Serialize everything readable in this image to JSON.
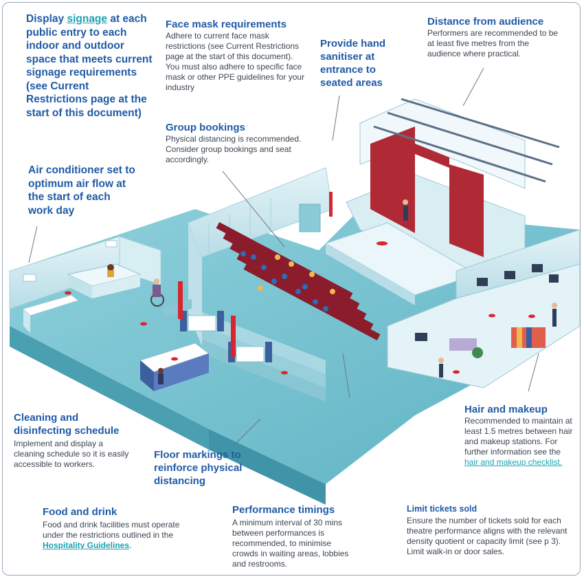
{
  "callouts": {
    "signage": {
      "pre": "Display ",
      "link": "signage",
      "post": " at each public entry to each indoor and outdoor space that meets current signage requirements (see Current Restrictions page at the start of this document)"
    },
    "air_conditioner": {
      "title": "Air conditioner set to optimum air flow at the start of each work day"
    },
    "face_mask": {
      "title": "Face mask requirements",
      "body": "Adhere to current face mask restrictions (see Current Restrictions page at the start of this document). You must also adhere to specific face mask or other PPE guidelines for your industry"
    },
    "group_bookings": {
      "title": "Group bookings",
      "body": "Physical distancing is recommended. Consider group bookings and seat accordingly."
    },
    "hand_sanitiser": {
      "title": "Provide hand sanitiser at entrance to seated areas"
    },
    "distance_audience": {
      "title": "Distance from audience",
      "body": "Performers are recommended to be at least five metres from the audience where practical."
    },
    "hair_makeup": {
      "title": "Hair and makeup",
      "body": "Recommended to maintain at least 1.5 metres between hair and makeup stations. For further information see the",
      "link": "hair and makeup checklist."
    },
    "cleaning": {
      "title": "Cleaning and disinfecting schedule",
      "body": "Implement and display a cleaning schedule so it is easily accessible to workers."
    },
    "floor_markings": {
      "title": "Floor markings to reinforce physical distancing"
    },
    "food_drink": {
      "title": "Food and drink",
      "body": "Food and drink facilities must operate under the restrictions outlined in the",
      "link": "Hospitality Guidelines",
      "post": "."
    },
    "performance_timings": {
      "title": "Performance timings",
      "body": "A minimum interval of 30 mins between performances is recommended, to minimise crowds in waiting areas, lobbies and restrooms."
    },
    "limit_tickets": {
      "title": "Limit tickets sold",
      "body": "Ensure the number of tickets sold for each theatre performance aligns with the relevant density quotient or capacity limit (see p 3). Limit walk-in or door sales."
    }
  },
  "colors": {
    "heading": "#1f5aa6",
    "body_text": "#3b4450",
    "link": "#1aa3b5",
    "floor": "#7fc6d3",
    "wall": "#cfe8ef",
    "seat": "#8a1c2c",
    "curtain": "#b02a36",
    "marker": "#d8262e"
  }
}
